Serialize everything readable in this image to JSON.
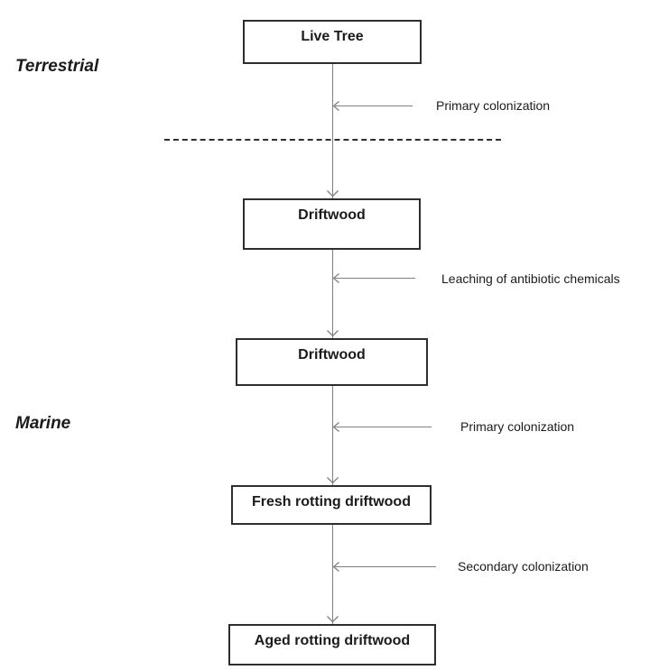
{
  "diagram": {
    "zones": [
      {
        "label": "Terrestrial"
      },
      {
        "label": "Marine"
      }
    ],
    "nodes": [
      {
        "label": "Live Tree"
      },
      {
        "label": "Driftwood"
      },
      {
        "label": "Driftwood"
      },
      {
        "label": "Fresh rotting driftwood"
      },
      {
        "label": "Aged rotting driftwood"
      }
    ],
    "edges": [
      {
        "from": "Live Tree",
        "to": "Driftwood",
        "label": "Primary colonization"
      },
      {
        "from": "Driftwood",
        "to": "Driftwood",
        "label": "Leaching of antibiotic chemicals"
      },
      {
        "from": "Driftwood",
        "to": "Fresh rotting driftwood",
        "label": "Primary colonization"
      },
      {
        "from": "Fresh rotting driftwood",
        "to": "Aged rotting driftwood",
        "label": "Secondary colonization"
      }
    ],
    "divider_style": "dashed",
    "colors": {
      "box_border": "#2e2e2e",
      "connector": "#808080",
      "text": "#1b1b1b",
      "divider": "#2f2f2f",
      "background": "#ffffff"
    }
  }
}
